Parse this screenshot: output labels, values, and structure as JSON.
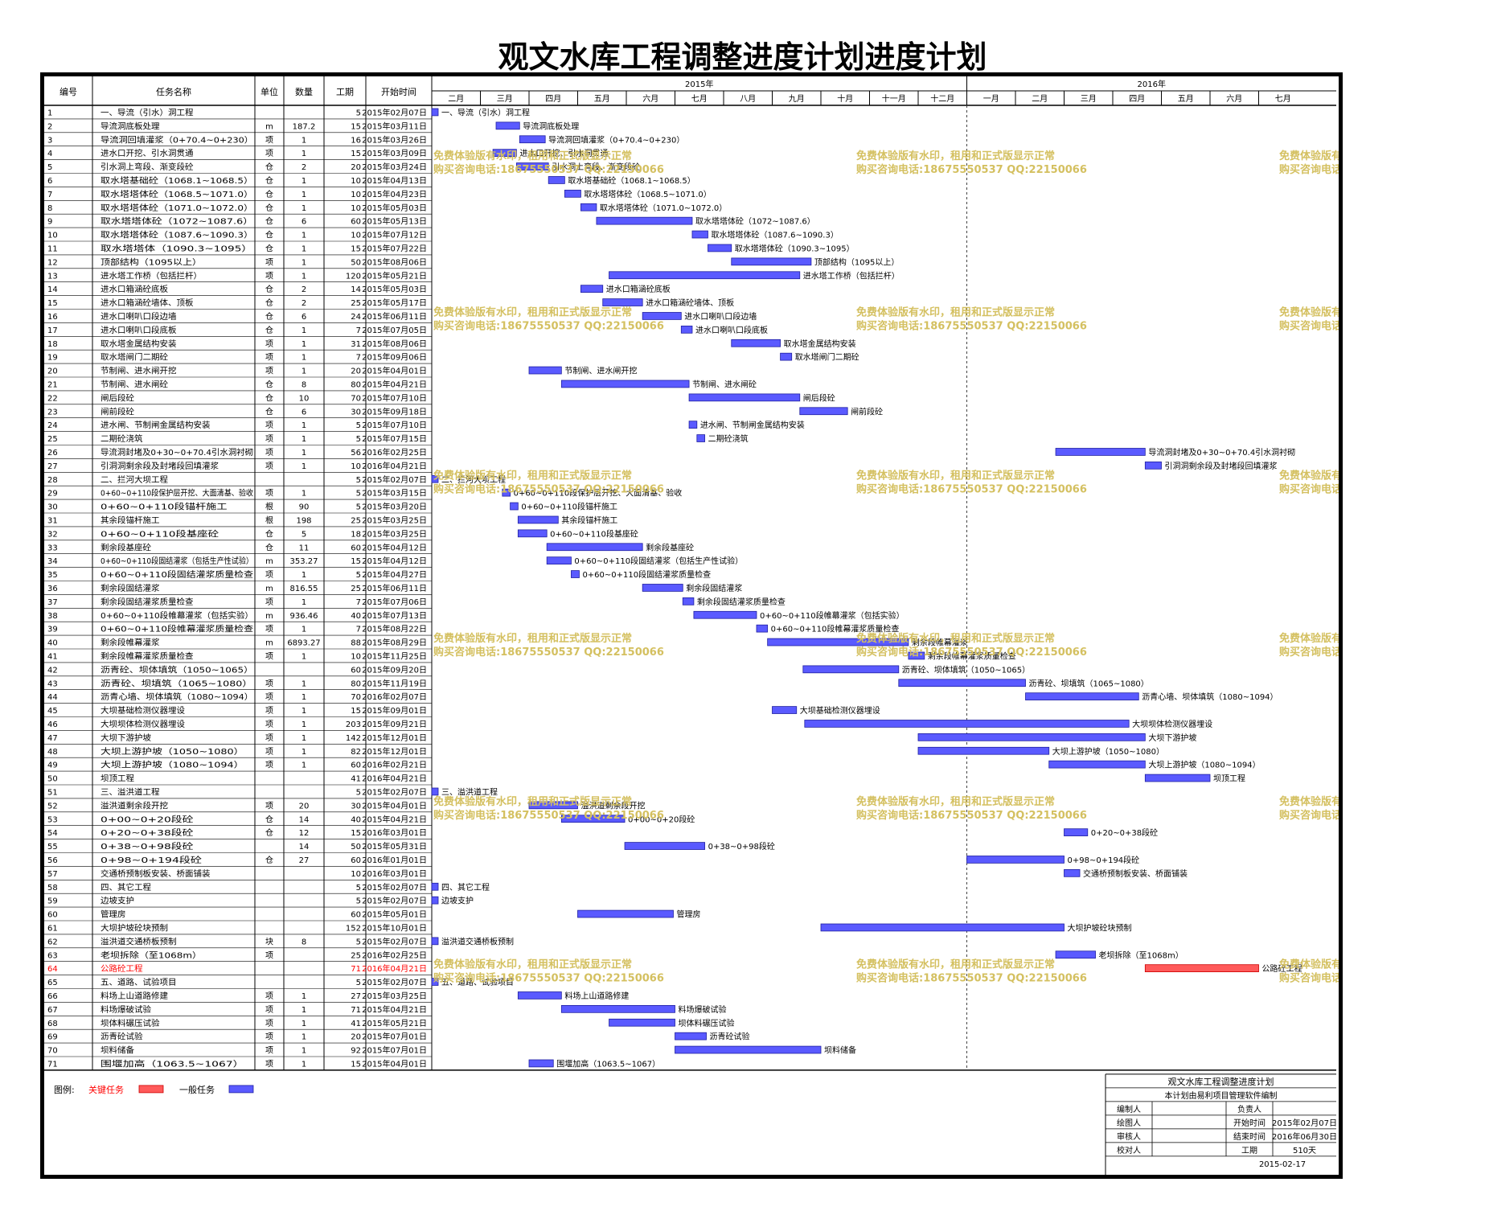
{
  "title": "观文水库工程调整进度计划进度计划",
  "columns": [
    "编号",
    "任务名称",
    "单位",
    "数量",
    "工期",
    "开始时间"
  ],
  "years": [
    "2015年",
    "2016年"
  ],
  "months": [
    "二月",
    "三月",
    "四月",
    "五月",
    "六月",
    "七月",
    "八月",
    "九月",
    "十月",
    "十一月",
    "十二月",
    "一月",
    "二月",
    "三月",
    "四月",
    "五月",
    "六月",
    "七月"
  ],
  "watermark": {
    "line1": "免费体验版有水印，租用和正式版显示正常",
    "line2": "购买咨询电话:18675550537 QQ:22150066"
  },
  "colors": {
    "normal": "#5a5aff",
    "critical": "#ff5a5a",
    "critical_text": "#ff0000",
    "watermark": "#d4c060",
    "grid": "#000000"
  },
  "legend": {
    "label": "图例:",
    "critical": "关键任务",
    "normal": "一般任务"
  },
  "footer": {
    "title": "观文水库工程调整进度计划",
    "subtitle": "本计划由易利项目管理软件编制",
    "rows": [
      [
        "编制人",
        "",
        "负责人",
        ""
      ],
      [
        "绘图人",
        "",
        "开始时间",
        "2015年02月07日"
      ],
      [
        "审核人",
        "",
        "结束时间",
        "2016年06月30日"
      ],
      [
        "校对人",
        "",
        "工期",
        "510天"
      ]
    ],
    "date": "2015-02-17"
  },
  "chart_data": {
    "type": "gantt",
    "x_start": "2015-02-01",
    "tasks": [
      {
        "id": "1",
        "name": "一、导流（引水）洞工程",
        "unit": "",
        "qty": "",
        "dur": "5",
        "start": "2015年02月07日",
        "label": "一、导流（引水）洞工程",
        "kind": "summary"
      },
      {
        "id": "2",
        "name": "导流洞底板处理",
        "unit": "m",
        "qty": "187.2",
        "dur": "15",
        "start": "2015年03月11日",
        "label": "导流洞底板处理",
        "kind": "normal"
      },
      {
        "id": "3",
        "name": "导流洞回填灌浆（0+70.4~0+230）",
        "unit": "项",
        "qty": "1",
        "dur": "16",
        "start": "2015年03月26日",
        "label": "导流洞回填灌浆（0+70.4~0+230）",
        "kind": "normal"
      },
      {
        "id": "4",
        "name": "进水口开挖、引水洞贯通",
        "unit": "项",
        "qty": "1",
        "dur": "15",
        "start": "2015年03月09日",
        "label": "进水口开挖、引水洞贯通",
        "kind": "normal"
      },
      {
        "id": "5",
        "name": "引水洞上弯段、渐变段砼",
        "unit": "仓",
        "qty": "2",
        "dur": "20",
        "start": "2015年03月24日",
        "label": "引水洞上弯段、渐变段砼",
        "kind": "normal"
      },
      {
        "id": "6",
        "name": "取水塔基础砼（1068.1~1068.5）",
        "unit": "仓",
        "qty": "1",
        "dur": "10",
        "start": "2015年04月13日",
        "label": "取水塔基础砼（1068.1~1068.5）",
        "kind": "normal"
      },
      {
        "id": "7",
        "name": "取水塔塔体砼（1068.5~1071.0）",
        "unit": "仓",
        "qty": "1",
        "dur": "10",
        "start": "2015年04月23日",
        "label": "取水塔塔体砼（1068.5~1071.0）",
        "kind": "normal"
      },
      {
        "id": "8",
        "name": "取水塔塔体砼（1071.0~1072.0）",
        "unit": "仓",
        "qty": "1",
        "dur": "10",
        "start": "2015年05月03日",
        "label": "取水塔塔体砼（1071.0~1072.0）",
        "kind": "normal"
      },
      {
        "id": "9",
        "name": "取水塔塔体砼（1072~1087.6）",
        "unit": "仓",
        "qty": "6",
        "dur": "60",
        "start": "2015年05月13日",
        "label": "取水塔塔体砼（1072~1087.6）",
        "kind": "normal"
      },
      {
        "id": "10",
        "name": "取水塔塔体砼（1087.6~1090.3）",
        "unit": "仓",
        "qty": "1",
        "dur": "10",
        "start": "2015年07月12日",
        "label": "取水塔塔体砼（1087.6~1090.3）",
        "kind": "normal"
      },
      {
        "id": "11",
        "name": "取水塔塔体（1090.3~1095）",
        "unit": "仓",
        "qty": "1",
        "dur": "15",
        "start": "2015年07月22日",
        "label": "取水塔塔体砼（1090.3~1095）",
        "kind": "normal"
      },
      {
        "id": "12",
        "name": "顶部结构（1095以上）",
        "unit": "项",
        "qty": "1",
        "dur": "50",
        "start": "2015年08月06日",
        "label": "顶部结构（1095以上）",
        "kind": "normal"
      },
      {
        "id": "13",
        "name": "进水塔工作桥（包括拦杆）",
        "unit": "项",
        "qty": "1",
        "dur": "120",
        "start": "2015年05月21日",
        "label": "进水塔工作桥（包括拦杆）",
        "kind": "normal"
      },
      {
        "id": "14",
        "name": "进水口箱涵砼底板",
        "unit": "仓",
        "qty": "2",
        "dur": "14",
        "start": "2015年05月03日",
        "label": "进水口箱涵砼底板",
        "kind": "normal"
      },
      {
        "id": "15",
        "name": "进水口箱涵砼墙体、顶板",
        "unit": "仓",
        "qty": "2",
        "dur": "25",
        "start": "2015年05月17日",
        "label": "进水口箱涵砼墙体、顶板",
        "kind": "normal"
      },
      {
        "id": "16",
        "name": "进水口喇叭口段边墙",
        "unit": "仓",
        "qty": "6",
        "dur": "24",
        "start": "2015年06月11日",
        "label": "进水口喇叭口段边墙",
        "kind": "normal"
      },
      {
        "id": "17",
        "name": "进水口喇叭口段底板",
        "unit": "仓",
        "qty": "1",
        "dur": "7",
        "start": "2015年07月05日",
        "label": "进水口喇叭口段底板",
        "kind": "normal"
      },
      {
        "id": "18",
        "name": "取水塔金属结构安装",
        "unit": "项",
        "qty": "1",
        "dur": "31",
        "start": "2015年08月06日",
        "label": "取水塔金属结构安装",
        "kind": "normal"
      },
      {
        "id": "19",
        "name": "取水塔闸门二期砼",
        "unit": "项",
        "qty": "1",
        "dur": "7",
        "start": "2015年09月06日",
        "label": "取水塔闸门二期砼",
        "kind": "normal"
      },
      {
        "id": "20",
        "name": "节制闸、进水闸开挖",
        "unit": "项",
        "qty": "1",
        "dur": "20",
        "start": "2015年04月01日",
        "label": "节制闸、进水闸开挖",
        "kind": "normal"
      },
      {
        "id": "21",
        "name": "节制闸、进水闸砼",
        "unit": "仓",
        "qty": "8",
        "dur": "80",
        "start": "2015年04月21日",
        "label": "节制闸、进水闸砼",
        "kind": "normal"
      },
      {
        "id": "22",
        "name": "闸后段砼",
        "unit": "仓",
        "qty": "10",
        "dur": "70",
        "start": "2015年07月10日",
        "label": "闸后段砼",
        "kind": "normal"
      },
      {
        "id": "23",
        "name": "闸前段砼",
        "unit": "仓",
        "qty": "6",
        "dur": "30",
        "start": "2015年09月18日",
        "label": "闸前段砼",
        "kind": "normal"
      },
      {
        "id": "24",
        "name": "进水闸、节制闸金属结构安装",
        "unit": "项",
        "qty": "1",
        "dur": "5",
        "start": "2015年07月10日",
        "label": "进水闸、节制闸金属结构安装",
        "kind": "normal"
      },
      {
        "id": "25",
        "name": "二期砼浇筑",
        "unit": "项",
        "qty": "1",
        "dur": "5",
        "start": "2015年07月15日",
        "label": "二期砼浇筑",
        "kind": "normal"
      },
      {
        "id": "26",
        "name": "导流洞封堵及0+30~0+70.4引水洞衬砌",
        "unit": "项",
        "qty": "1",
        "dur": "56",
        "start": "2016年02月25日",
        "label": "导流洞封堵及0+30~0+70.4引水洞衬砌",
        "kind": "normal"
      },
      {
        "id": "27",
        "name": "引洞洞剩余段及封堵段回填灌浆",
        "unit": "项",
        "qty": "1",
        "dur": "10",
        "start": "2016年04月21日",
        "label": "引洞洞剩余段及封堵段回填灌浆",
        "kind": "normal"
      },
      {
        "id": "28",
        "name": "二、拦河大坝工程",
        "unit": "",
        "qty": "",
        "dur": "5",
        "start": "2015年02月07日",
        "label": "二、拦河大坝工程",
        "kind": "summary"
      },
      {
        "id": "29",
        "name": "0+60~0+110段保护层开挖、大面清基、验收",
        "unit": "项",
        "qty": "1",
        "dur": "5",
        "start": "2015年03月15日",
        "label": "0+60~0+110段保护层开挖、大面清基、验收",
        "kind": "normal"
      },
      {
        "id": "30",
        "name": "0+60~0+110段锚杆施工",
        "unit": "根",
        "qty": "90",
        "dur": "5",
        "start": "2015年03月20日",
        "label": "0+60~0+110段锚杆施工",
        "kind": "normal"
      },
      {
        "id": "31",
        "name": "其余段锚杆施工",
        "unit": "根",
        "qty": "198",
        "dur": "25",
        "start": "2015年03月25日",
        "label": "其余段锚杆施工",
        "kind": "normal"
      },
      {
        "id": "32",
        "name": "0+60~0+110段基座砼",
        "unit": "仓",
        "qty": "5",
        "dur": "18",
        "start": "2015年03月25日",
        "label": "0+60~0+110段基座砼",
        "kind": "normal"
      },
      {
        "id": "33",
        "name": "剩余段基座砼",
        "unit": "仓",
        "qty": "11",
        "dur": "60",
        "start": "2015年04月12日",
        "label": "剩余段基座砼",
        "kind": "normal"
      },
      {
        "id": "34",
        "name": "0+60~0+110段固结灌浆（包括生产性试验）",
        "unit": "m",
        "qty": "353.27",
        "dur": "15",
        "start": "2015年04月12日",
        "label": "0+60~0+110段固结灌浆（包括生产性试验）",
        "kind": "normal"
      },
      {
        "id": "35",
        "name": "0+60~0+110段固结灌浆质量检查",
        "unit": "项",
        "qty": "1",
        "dur": "5",
        "start": "2015年04月27日",
        "label": "0+60~0+110段固结灌浆质量检查",
        "kind": "normal"
      },
      {
        "id": "36",
        "name": "剩余段固结灌浆",
        "unit": "m",
        "qty": "816.55",
        "dur": "25",
        "start": "2015年06月11日",
        "label": "剩余段固结灌浆",
        "kind": "normal"
      },
      {
        "id": "37",
        "name": "剩余段固结灌浆质量检查",
        "unit": "项",
        "qty": "1",
        "dur": "7",
        "start": "2015年07月06日",
        "label": "剩余段固结灌浆质量检查",
        "kind": "normal"
      },
      {
        "id": "38",
        "name": "0+60~0+110段帷幕灌浆（包括实验）",
        "unit": "m",
        "qty": "936.46",
        "dur": "40",
        "start": "2015年07月13日",
        "label": "0+60~0+110段帷幕灌浆（包括实验）",
        "kind": "normal"
      },
      {
        "id": "39",
        "name": "0+60~0+110段帷幕灌浆质量检查",
        "unit": "项",
        "qty": "1",
        "dur": "7",
        "start": "2015年08月22日",
        "label": "0+60~0+110段帷幕灌浆质量检查",
        "kind": "normal"
      },
      {
        "id": "40",
        "name": "剩余段帷幕灌浆",
        "unit": "m",
        "qty": "6893.27",
        "dur": "88",
        "start": "2015年08月29日",
        "label": "剩余段帷幕灌浆",
        "kind": "normal"
      },
      {
        "id": "41",
        "name": "剩余段帷幕灌浆质量检查",
        "unit": "项",
        "qty": "1",
        "dur": "10",
        "start": "2015年11月25日",
        "label": "剩余段帷幕灌浆质量检查",
        "kind": "normal"
      },
      {
        "id": "42",
        "name": "沥青砼、坝体填筑（1050~1065）",
        "unit": "",
        "qty": "",
        "dur": "60",
        "start": "2015年09月20日",
        "label": "沥青砼、坝体填筑（1050~1065）",
        "kind": "normal"
      },
      {
        "id": "43",
        "name": "沥青砼、坝填筑（1065~1080）",
        "unit": "项",
        "qty": "1",
        "dur": "80",
        "start": "2015年11月19日",
        "label": "沥青砼、坝填筑（1065~1080）",
        "kind": "normal"
      },
      {
        "id": "44",
        "name": "沥青心墙、坝体填筑（1080~1094）",
        "unit": "项",
        "qty": "1",
        "dur": "70",
        "start": "2016年02月07日",
        "label": "沥青心墙、坝体填筑（1080~1094）",
        "kind": "normal"
      },
      {
        "id": "45",
        "name": "大坝基础检测仪器埋设",
        "unit": "项",
        "qty": "1",
        "dur": "15",
        "start": "2015年09月01日",
        "label": "大坝基础检测仪器埋设",
        "kind": "normal"
      },
      {
        "id": "46",
        "name": "大坝坝体检测仪器埋设",
        "unit": "项",
        "qty": "1",
        "dur": "203",
        "start": "2015年09月21日",
        "label": "大坝坝体检测仪器埋设",
        "kind": "normal"
      },
      {
        "id": "47",
        "name": "大坝下游护坡",
        "unit": "项",
        "qty": "1",
        "dur": "142",
        "start": "2015年12月01日",
        "label": "大坝下游护坡",
        "kind": "normal"
      },
      {
        "id": "48",
        "name": "大坝上游护坡（1050~1080）",
        "unit": "项",
        "qty": "1",
        "dur": "82",
        "start": "2015年12月01日",
        "label": "大坝上游护坡（1050~1080）",
        "kind": "normal"
      },
      {
        "id": "49",
        "name": "大坝上游护坡（1080~1094）",
        "unit": "项",
        "qty": "1",
        "dur": "60",
        "start": "2016年02月21日",
        "label": "大坝上游护坡（1080~1094）",
        "kind": "normal"
      },
      {
        "id": "50",
        "name": "坝顶工程",
        "unit": "",
        "qty": "",
        "dur": "41",
        "start": "2016年04月21日",
        "label": "坝顶工程",
        "kind": "normal"
      },
      {
        "id": "51",
        "name": "三、溢洪道工程",
        "unit": "",
        "qty": "",
        "dur": "5",
        "start": "2015年02月07日",
        "label": "三、溢洪道工程",
        "kind": "summary"
      },
      {
        "id": "52",
        "name": "溢洪道剩余段开挖",
        "unit": "项",
        "qty": "20",
        "dur": "30",
        "start": "2015年04月01日",
        "label": "溢洪道剩余段开挖",
        "kind": "normal"
      },
      {
        "id": "53",
        "name": "0+00~0+20段砼",
        "unit": "仓",
        "qty": "14",
        "dur": "40",
        "start": "2015年04月21日",
        "label": "0+00~0+20段砼",
        "kind": "normal"
      },
      {
        "id": "54",
        "name": "0+20~0+38段砼",
        "unit": "仓",
        "qty": "12",
        "dur": "15",
        "start": "2016年03月01日",
        "label": "0+20~0+38段砼",
        "kind": "normal"
      },
      {
        "id": "55",
        "name": "0+38~0+98段砼",
        "unit": "",
        "qty": "14",
        "dur": "50",
        "start": "2015年05月31日",
        "label": "0+38~0+98段砼",
        "kind": "normal"
      },
      {
        "id": "56",
        "name": "0+98~0+194段砼",
        "unit": "仓",
        "qty": "27",
        "dur": "60",
        "start": "2016年01月01日",
        "label": "0+98~0+194段砼",
        "kind": "normal"
      },
      {
        "id": "57",
        "name": "交通桥预制板安装、桥面铺装",
        "unit": "",
        "qty": "",
        "dur": "10",
        "start": "2016年03月01日",
        "label": "交通桥预制板安装、桥面铺装",
        "kind": "normal"
      },
      {
        "id": "58",
        "name": "四、其它工程",
        "unit": "",
        "qty": "",
        "dur": "5",
        "start": "2015年02月07日",
        "label": "四、其它工程",
        "kind": "summary"
      },
      {
        "id": "59",
        "name": "边坡支护",
        "unit": "",
        "qty": "",
        "dur": "5",
        "start": "2015年02月07日",
        "label": "边坡支护",
        "kind": "summary"
      },
      {
        "id": "60",
        "name": "管理房",
        "unit": "",
        "qty": "",
        "dur": "60",
        "start": "2015年05月01日",
        "label": "管理房",
        "kind": "normal"
      },
      {
        "id": "61",
        "name": "大坝护坡砼块预制",
        "unit": "",
        "qty": "",
        "dur": "152",
        "start": "2015年10月01日",
        "label": "大坝护坡砼块预制",
        "kind": "normal"
      },
      {
        "id": "62",
        "name": "溢洪道交通桥板预制",
        "unit": "块",
        "qty": "8",
        "dur": "5",
        "start": "2015年02月07日",
        "label": "溢洪道交通桥板预制",
        "kind": "summary"
      },
      {
        "id": "63",
        "name": "老坝拆除（至1068m）",
        "unit": "项",
        "qty": "",
        "dur": "25",
        "start": "2016年02月25日",
        "label": "老坝拆除（至1068m）",
        "kind": "normal"
      },
      {
        "id": "64",
        "name": "公路砼工程",
        "unit": "",
        "qty": "",
        "dur": "71",
        "start": "2016年04月21日",
        "label": "公路砼工程",
        "kind": "critical"
      },
      {
        "id": "65",
        "name": "五、道路、试验项目",
        "unit": "",
        "qty": "",
        "dur": "5",
        "start": "2015年02月07日",
        "label": "五、道路、试验项目",
        "kind": "summary"
      },
      {
        "id": "66",
        "name": "料场上山道路修建",
        "unit": "项",
        "qty": "1",
        "dur": "27",
        "start": "2015年03月25日",
        "label": "料场上山道路修建",
        "kind": "normal"
      },
      {
        "id": "67",
        "name": "料场爆破试验",
        "unit": "项",
        "qty": "1",
        "dur": "71",
        "start": "2015年04月21日",
        "label": "料场爆破试验",
        "kind": "normal"
      },
      {
        "id": "68",
        "name": "坝体料碾压试验",
        "unit": "项",
        "qty": "1",
        "dur": "41",
        "start": "2015年05月21日",
        "label": "坝体料碾压试验",
        "kind": "normal"
      },
      {
        "id": "69",
        "name": "沥青砼试验",
        "unit": "项",
        "qty": "1",
        "dur": "20",
        "start": "2015年07月01日",
        "label": "沥青砼试验",
        "kind": "normal"
      },
      {
        "id": "70",
        "name": "坝料储备",
        "unit": "项",
        "qty": "1",
        "dur": "92",
        "start": "2015年07月01日",
        "label": "坝料储备",
        "kind": "normal"
      },
      {
        "id": "71",
        "name": "围堰加高（1063.5~1067）",
        "unit": "项",
        "qty": "1",
        "dur": "15",
        "start": "2015年04月01日",
        "label": "围堰加高（1063.5~1067）",
        "kind": "normal"
      }
    ]
  }
}
